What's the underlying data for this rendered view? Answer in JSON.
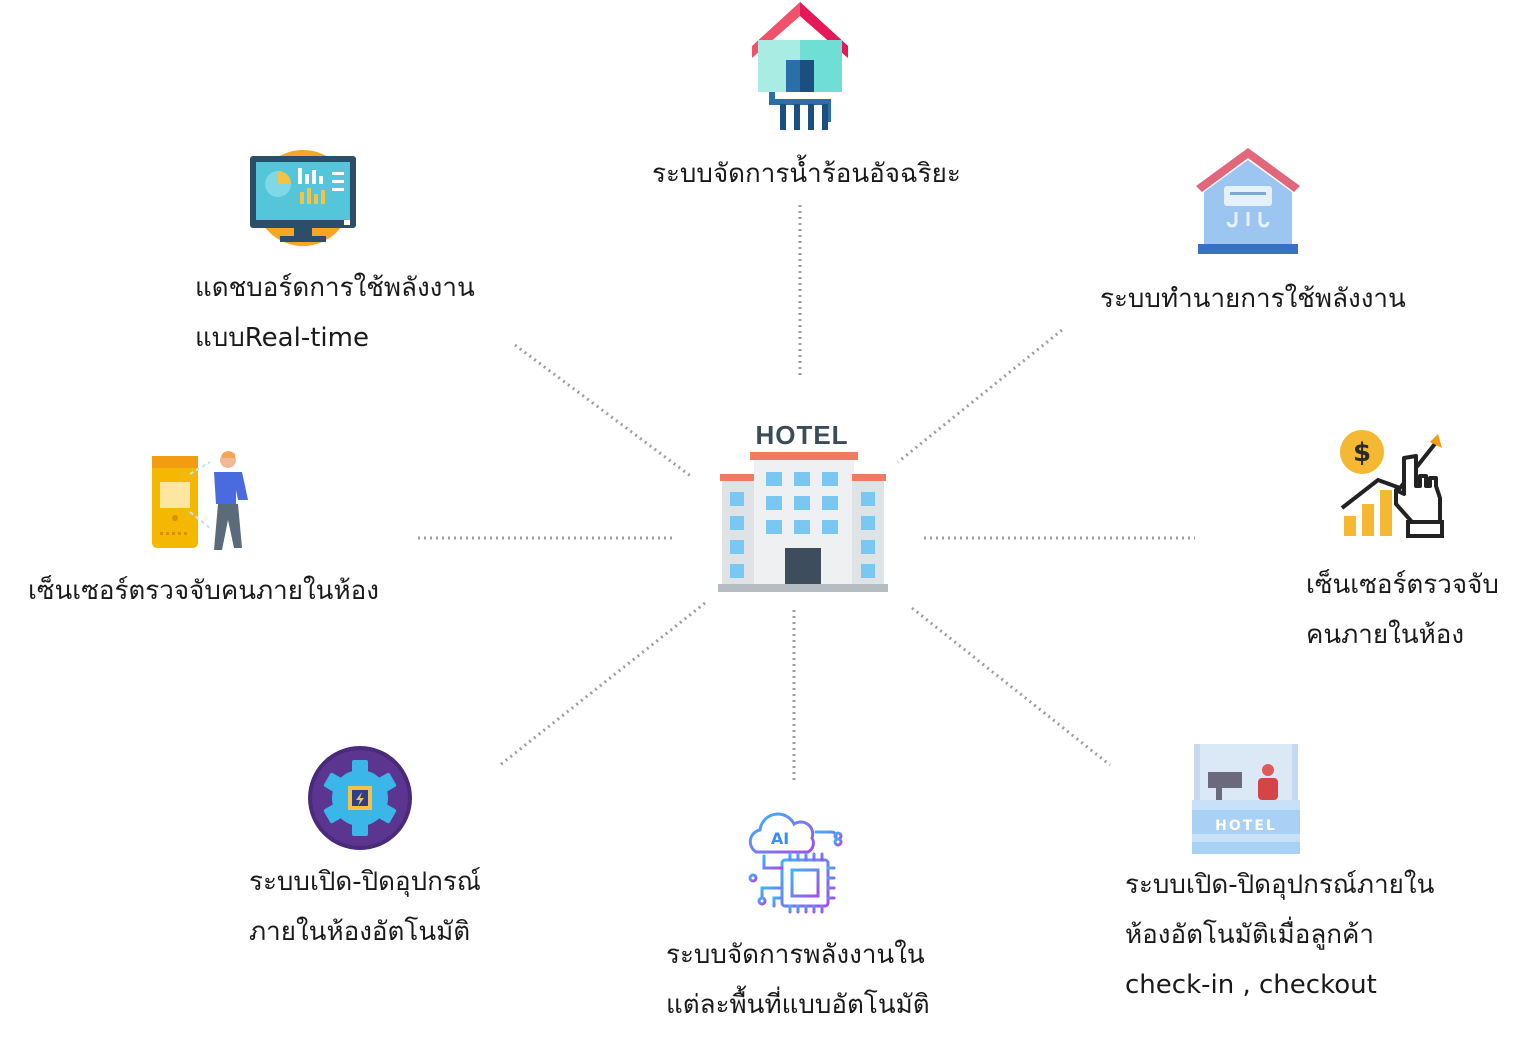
{
  "center": {
    "title": "HOTEL"
  },
  "nodes": {
    "water_heater": {
      "lines": [
        "ระบบจัดการน้ำร้อนอัจฉริยะ"
      ]
    },
    "dashboard": {
      "lines": [
        "แดชบอร์ดการใช้พลังงาน",
        "แบบReal-time"
      ]
    },
    "prediction": {
      "lines": [
        "ระบบทำนายการใช้พลังงาน"
      ]
    },
    "sensor_left": {
      "lines": [
        "เซ็นเซอร์ตรวจจับคนภายในห้อง"
      ]
    },
    "sensor_right": {
      "lines": [
        "เซ็นเซอร์ตรวจจับ",
        "คนภายในห้อง"
      ]
    },
    "auto_device": {
      "lines": [
        "ระบบเปิด-ปิดอุปกรณ์",
        "ภายในห้องอัตโนมัติ"
      ]
    },
    "zone_energy": {
      "lines": [
        "ระบบจัดการพลังงานใน",
        "แต่ละพื้นที่แบบอัตโนมัติ"
      ]
    },
    "checkin_device": {
      "lines": [
        "ระบบเปิด-ปิดอุปกรณ์ภายใน",
        "ห้องอัตโนมัติเมื่อลูกค้า",
        "check-in , checkout"
      ]
    }
  },
  "icons": {
    "center": "hotel-building-icon",
    "water_heater": "smart-water-heater-icon",
    "dashboard": "monitor-dashboard-icon",
    "prediction": "house-air-conditioner-icon",
    "sensor_left": "person-sensor-door-icon",
    "sensor_right": "growth-chart-hand-icon",
    "auto_device": "gear-chip-icon",
    "zone_energy": "ai-chip-icon",
    "checkin_device": "hotel-reception-icon"
  },
  "colors": {
    "connector": "#9e9e9e",
    "text": "#1a1a1a",
    "hotel_roof": "#f07b61",
    "hotel_title": "#3c4b5a"
  }
}
